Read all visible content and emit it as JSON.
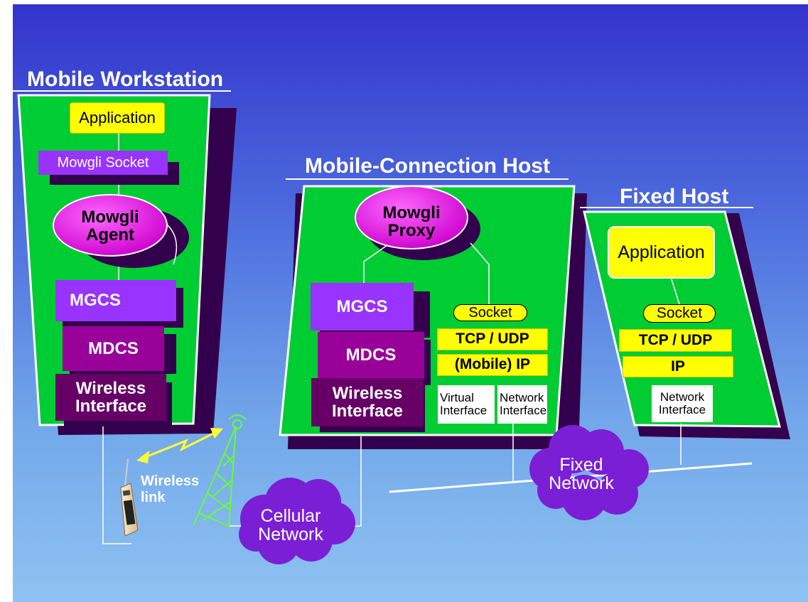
{
  "mobile_workstation": {
    "title": "Mobile Workstation",
    "application": "Application",
    "mowgli_socket": "Mowgli Socket",
    "agent_line1": "Mowgli",
    "agent_line2": "Agent",
    "mgcs": "MGCS",
    "mdcs": "MDCS",
    "wireless_line1": "Wireless",
    "wireless_line2": "Interface"
  },
  "mobile_connection_host": {
    "title": "Mobile-Connection Host",
    "proxy_line1": "Mowgli",
    "proxy_line2": "Proxy",
    "mgcs": "MGCS",
    "mdcs": "MDCS",
    "wireless_line1": "Wireless",
    "wireless_line2": "Interface",
    "socket": "Socket",
    "tcp_udp": "TCP / UDP",
    "mobile_ip": "(Mobile) IP",
    "virtual_line1": "Virtual",
    "virtual_line2": "Interface",
    "network_line1": "Network",
    "network_line2": "Interface"
  },
  "fixed_host": {
    "title": "Fixed Host",
    "application": "Application",
    "socket": "Socket",
    "tcp_udp": "TCP / UDP",
    "ip": "IP",
    "network_line1": "Network",
    "network_line2": "Interface"
  },
  "links": {
    "wireless_line1": "Wireless",
    "wireless_line2": "link",
    "cellular_line1": "Cellular",
    "cellular_line2": "Network",
    "fixed_line1": "Fixed",
    "fixed_line2": "Network"
  },
  "colors": {
    "host_panel": "#00cc33",
    "panel_shadow": "#33004d",
    "yellow_box": "#ffff00",
    "mgcs": "#9933ff",
    "mdcs": "#990099",
    "wireless_interface": "#660066",
    "ellipse": "#cc00cc",
    "cloud": "#7a1fd6",
    "wireless_arrow": "#ffff33",
    "tower": "#66ff33"
  }
}
